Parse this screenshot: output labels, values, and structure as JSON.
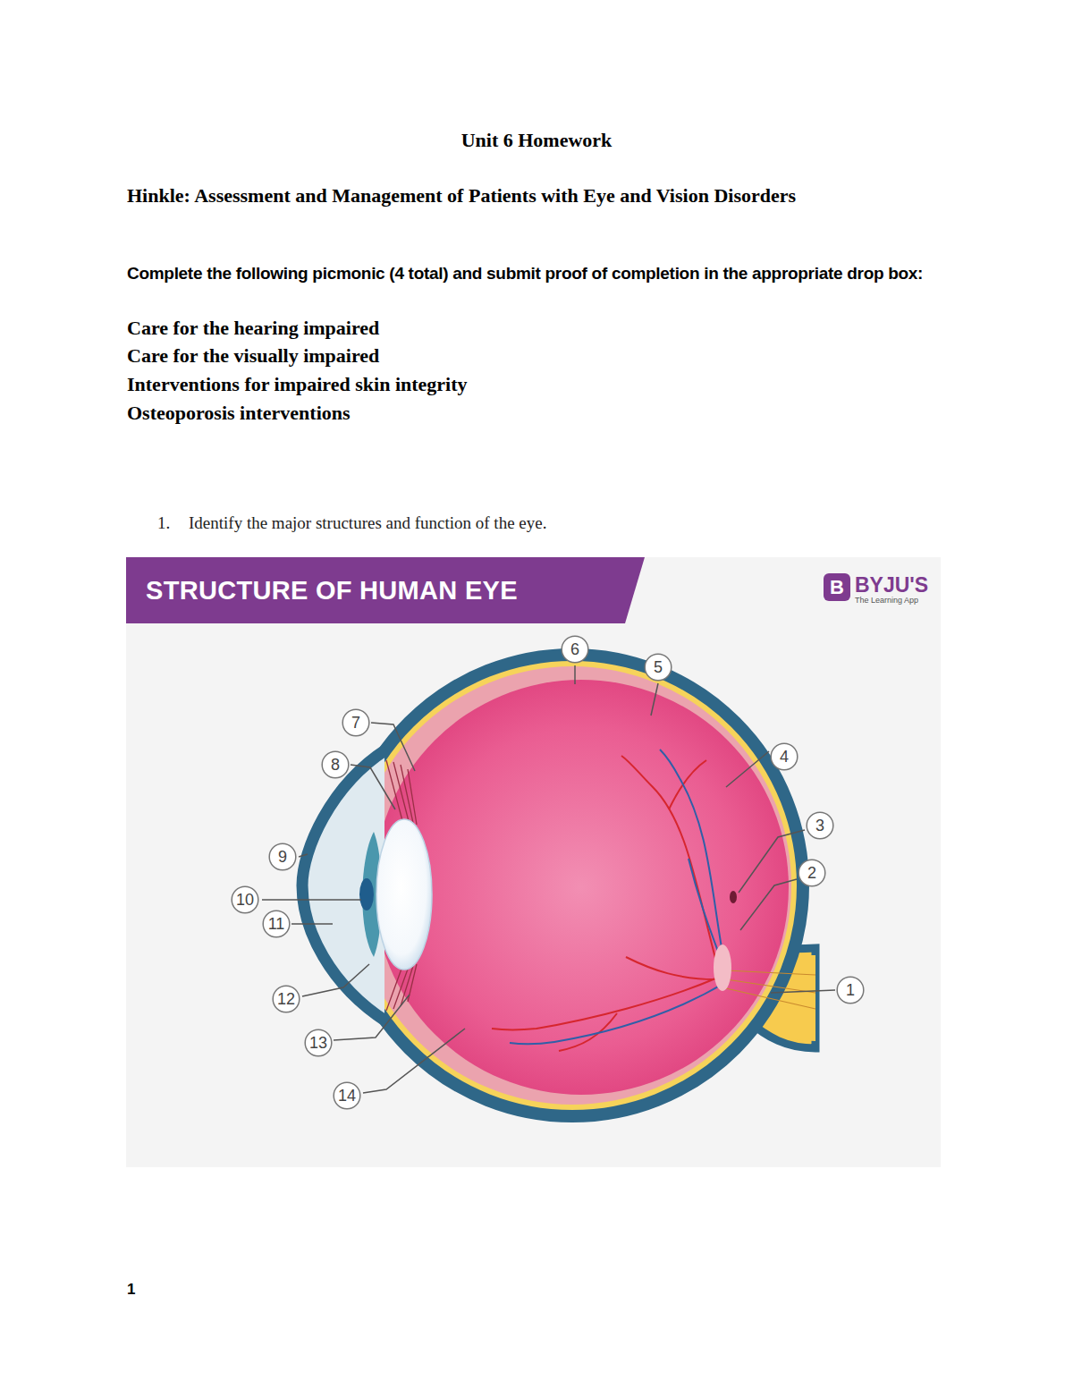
{
  "diagram": {
    "title": "Unit 6 Homework",
    "nodes": [
      {
        "text": [
          "STRUCTURE OF HUMAN EYE"
        ]
      },
      {
        "text": [
          "B"
        ]
      },
      {
        "text": [
          "6"
        ]
      },
      {
        "text": [
          "5"
        ]
      },
      {
        "text": [
          "7"
        ]
      },
      {
        "text": [
          "8"
        ]
      },
      {
        "text": [
          "4"
        ]
      },
      {
        "text": [
          "3"
        ]
      },
      {
        "text": [
          "9"
        ]
      },
      {
        "text": [
          "2"
        ]
      },
      {
        "text": [
          "10"
        ]
      },
      {
        "text": [
          "11"
        ]
      },
      {
        "text": [
          "1"
        ]
      },
      {
        "text": [
          "12"
        ]
      },
      {
        "text": [
          "13"
        ]
      },
      {
        "text": [
          "14"
        ]
      }
    ],
    "labels": [
      "Hinkle: Assessment and Management of Patients with Eye and Vision Disorders",
      "Complete the following picmonic (4 total) and submit proof of completion in the appropriate drop box:",
      "Care for the hearing impaired",
      "Care for the visually impaired",
      "Interventions for impaired skin integrity",
      "Osteoporosis interventions",
      "1.",
      "Identify the major structures and function of the eye.",
      "BYJU'S",
      "The Learning App",
      "1"
    ]
  }
}
